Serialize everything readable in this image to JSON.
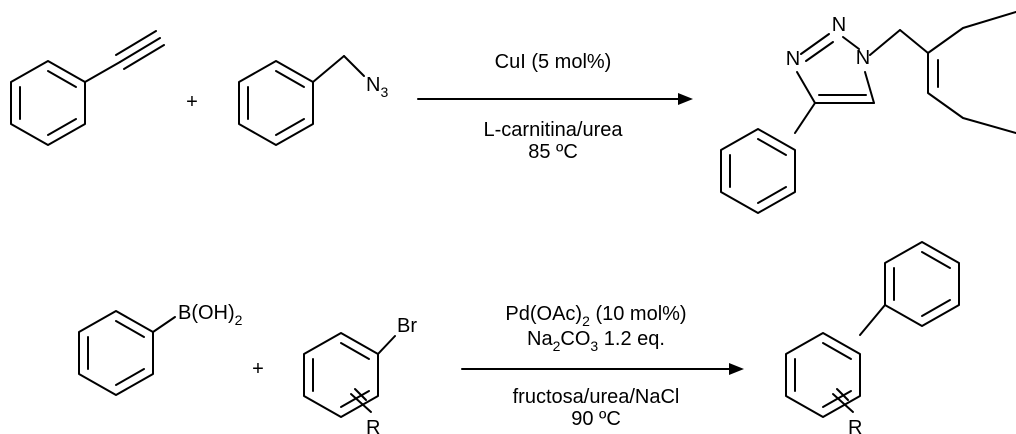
{
  "reaction1": {
    "plus": "+",
    "azide_label": "N",
    "azide_sub": "3",
    "above_arrow": "CuI (5 mol%)",
    "below_arrow_1": "L-carnitina/urea",
    "below_arrow_2": "85 ºC",
    "product_atom_n_left": "N",
    "product_atom_n_top": "N",
    "product_atom_n_right": "N"
  },
  "reaction2": {
    "plus": "+",
    "boronic_main": "B(OH)",
    "boronic_sub": "2",
    "bromo_label": "Br",
    "r_label_reagent": "R",
    "above_arrow_1_main": "Pd(OAc)",
    "above_arrow_1_sub": "2",
    "above_arrow_1_rest": " (10 mol%)",
    "above_arrow_2_a": "Na",
    "above_arrow_2_sub_a": "2",
    "above_arrow_2_b": "CO",
    "above_arrow_2_sub_b": "3",
    "above_arrow_2_rest": " 1.2 eq.",
    "below_arrow_1": "fructosa/urea/NaCl",
    "below_arrow_2": "90 ºC",
    "r_label_product": "R"
  }
}
